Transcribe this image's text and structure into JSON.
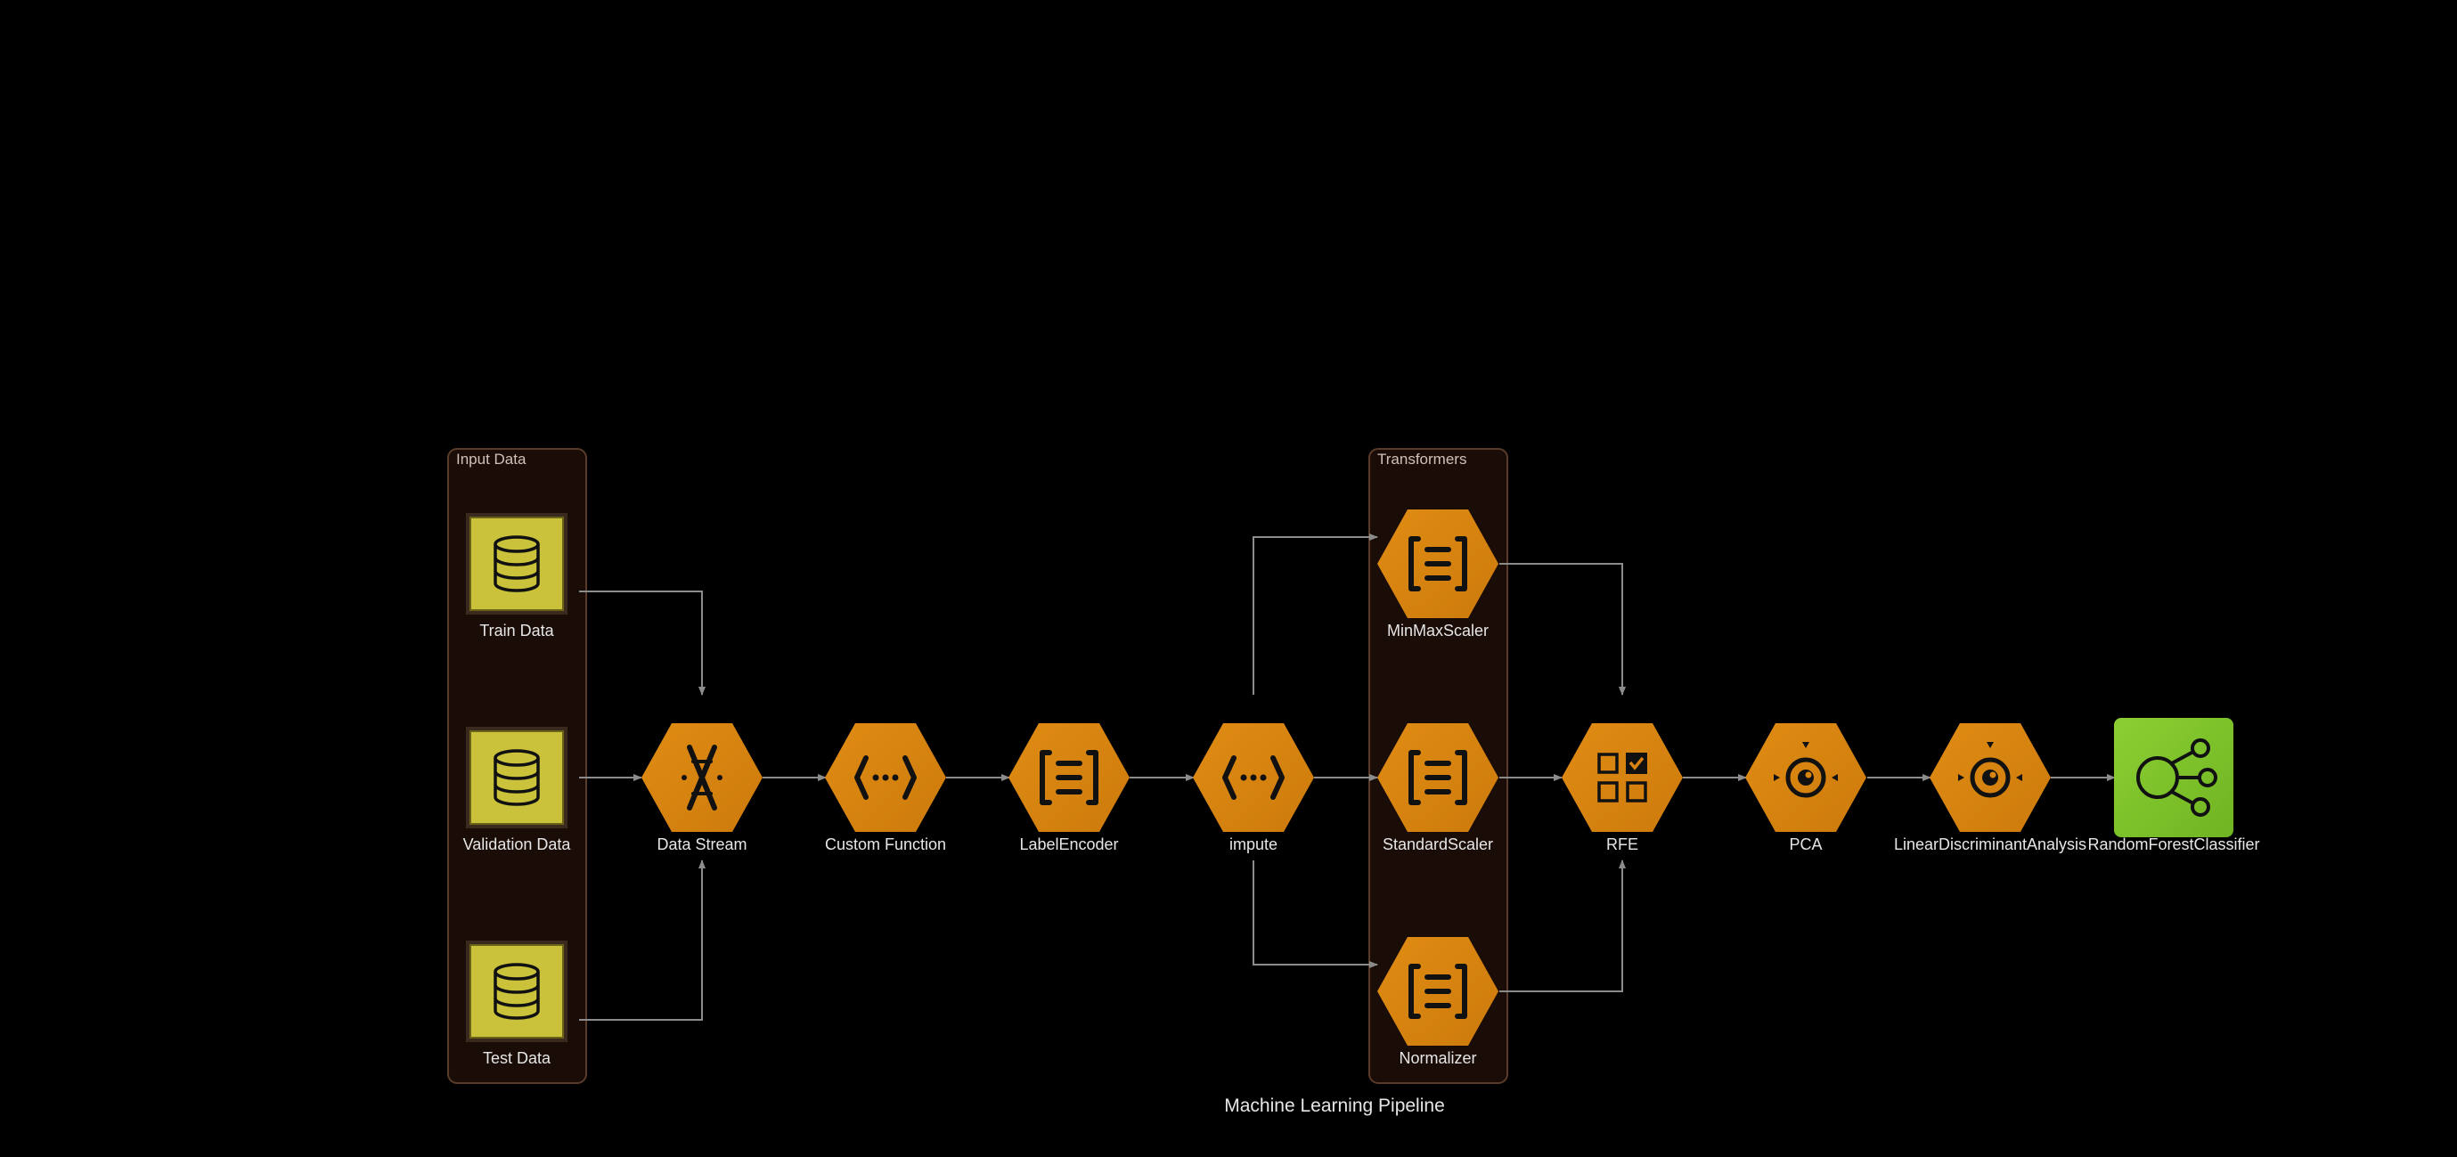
{
  "caption": "Machine Learning Pipeline",
  "colors": {
    "background": "#000000",
    "cluster_fill": "#1a0d08",
    "cluster_border": "#5a3a28",
    "hex_fill": "#d98410",
    "db_fill": "#c9c23a",
    "classifier_fill": "#7fc42a",
    "edge": "#8c8c8c"
  },
  "clusters": {
    "input": {
      "label": "Input Data"
    },
    "transformers": {
      "label": "Transformers"
    }
  },
  "nodes": {
    "train": {
      "label": "Train Data",
      "icon": "database-icon"
    },
    "validation": {
      "label": "Validation Data",
      "icon": "database-icon"
    },
    "test": {
      "label": "Test Data",
      "icon": "database-icon"
    },
    "datastream": {
      "label": "Data Stream",
      "icon": "dataflow-icon"
    },
    "customfunc": {
      "label": "Custom Function",
      "icon": "function-icon"
    },
    "labelencoder": {
      "label": "LabelEncoder",
      "icon": "list-icon"
    },
    "impute": {
      "label": "impute",
      "icon": "function-icon"
    },
    "minmax": {
      "label": "MinMaxScaler",
      "icon": "list-icon"
    },
    "standard": {
      "label": "StandardScaler",
      "icon": "list-icon"
    },
    "normalizer": {
      "label": "Normalizer",
      "icon": "list-icon"
    },
    "rfe": {
      "label": "RFE",
      "icon": "checklist-grid-icon"
    },
    "pca": {
      "label": "PCA",
      "icon": "target-icon"
    },
    "lda": {
      "label": "LinearDiscriminantAnalysis",
      "icon": "target-icon"
    },
    "rfc": {
      "label": "RandomForestClassifier",
      "icon": "network-icon"
    }
  }
}
